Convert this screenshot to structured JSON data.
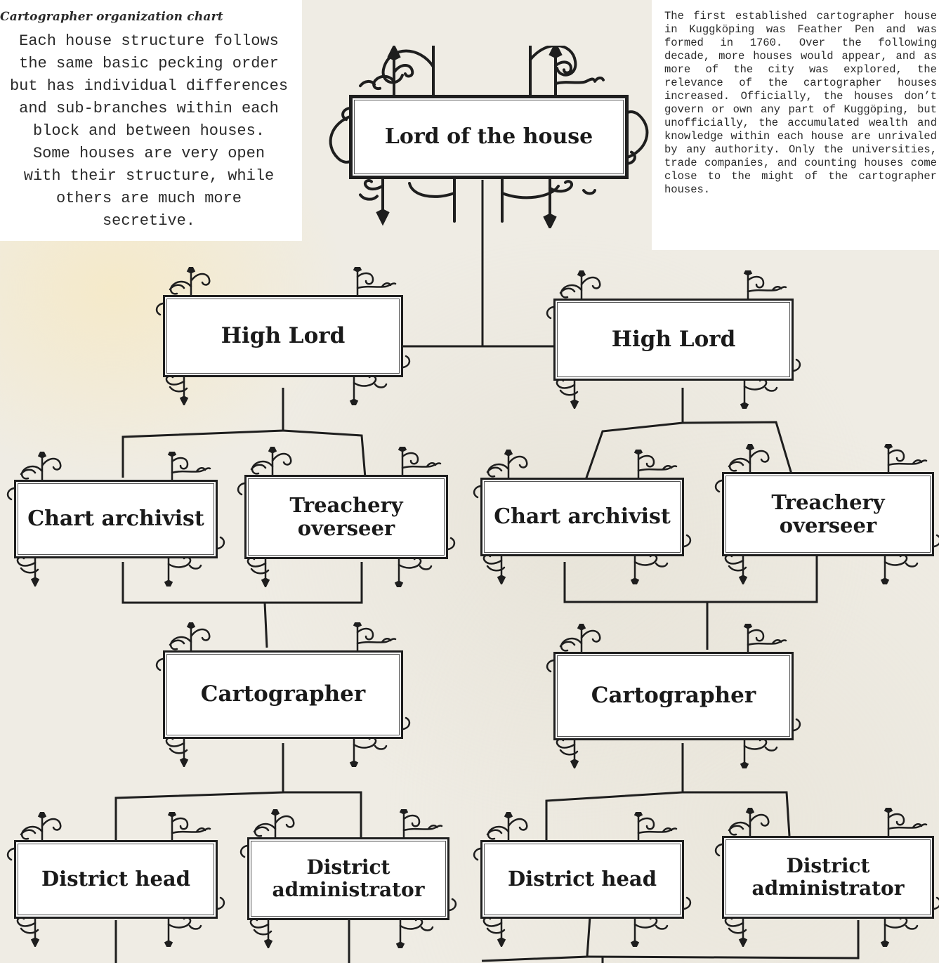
{
  "intro": {
    "title": "Cartographer organization chart",
    "body": "Each house structure follows\nthe same basic pecking order\nbut has individual differences\nand sub-branches within each\nblock and between houses.\nSome houses are very open\nwith their structure, while\nothers are much more\nsecretive."
  },
  "history": {
    "body": "The first established cartographer house in Kuggköping was Feather Pen and was formed in 1760. Over the following decade, more houses would appear, and as more of the city was explored, the relevance of the cartographer houses increased. Officially, the houses don’t govern or own any part of Kuggöping, but unofficially, the accumulated wealth and knowledge within each house are unrivaled by any authority. Only the universities, trade companies, and counting houses come close to the might of the cartographer houses."
  },
  "nodes": {
    "lord": "Lord of the house",
    "high_lord_left": "High Lord",
    "high_lord_right": "High Lord",
    "chart_archivist_left": "Chart archivist",
    "treachery_left": "Treachery\noverseer",
    "chart_archivist_right": "Chart archivist",
    "treachery_right": "Treachery\noverseer",
    "cartographer_left": "Cartographer",
    "cartographer_right": "Cartographer",
    "district_head_left": "District head",
    "district_admin_left": "District\nadministrator",
    "district_head_right": "District head",
    "district_admin_right": "District\nadministrator"
  },
  "colors": {
    "ink": "#1e1e1e",
    "paper": "#efece4",
    "card": "#ffffff"
  },
  "icons": [
    "wrought-iron-sign-ornament"
  ]
}
